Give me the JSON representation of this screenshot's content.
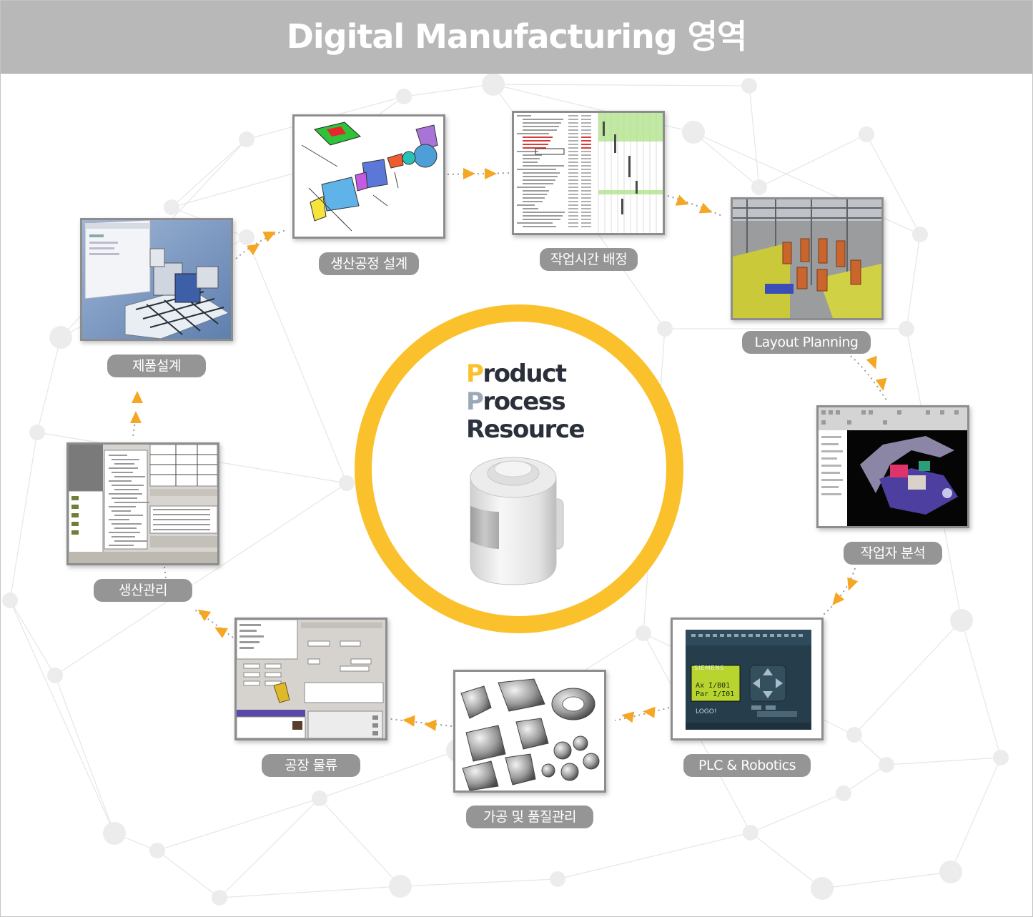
{
  "title": "Digital Manufacturing 영역",
  "center": {
    "lines": [
      {
        "initial": "P",
        "rest": "roduct",
        "initial_color": "#fbc12c"
      },
      {
        "initial": "P",
        "rest": "rocess",
        "initial_color": "#9aa8b8"
      },
      {
        "initial": "R",
        "rest": "esource",
        "initial_color": "#2b3340"
      }
    ],
    "ring_color": "#fbc12c"
  },
  "steps": [
    {
      "label": "제품설계",
      "image": "product-design-render"
    },
    {
      "label": "생산공정 설계",
      "image": "exploded-parts-drawing"
    },
    {
      "label": "작업시간 배정",
      "image": "gantt-schedule-sheet"
    },
    {
      "label": "Layout Planning",
      "image": "factory-layout-3d"
    },
    {
      "label": "작업자 분석",
      "image": "ergonomics-simulation"
    },
    {
      "label": "PLC & Robotics",
      "image": "siemens-logo-plc"
    },
    {
      "label": "가공 및 품질관리",
      "image": "machined-metal-parts"
    },
    {
      "label": "공장 물류",
      "image": "logistics-software"
    },
    {
      "label": "생산관리",
      "image": "production-management-software"
    }
  ],
  "plc_screen": {
    "brand": "SIEMENS",
    "logo": "LOGO!",
    "display_lines": [
      "Ax I/B01",
      "Par I/I01"
    ]
  },
  "colors": {
    "header_bg": "#b8b8b8",
    "label_bg": "#959595",
    "arrow": "#f5a623"
  }
}
